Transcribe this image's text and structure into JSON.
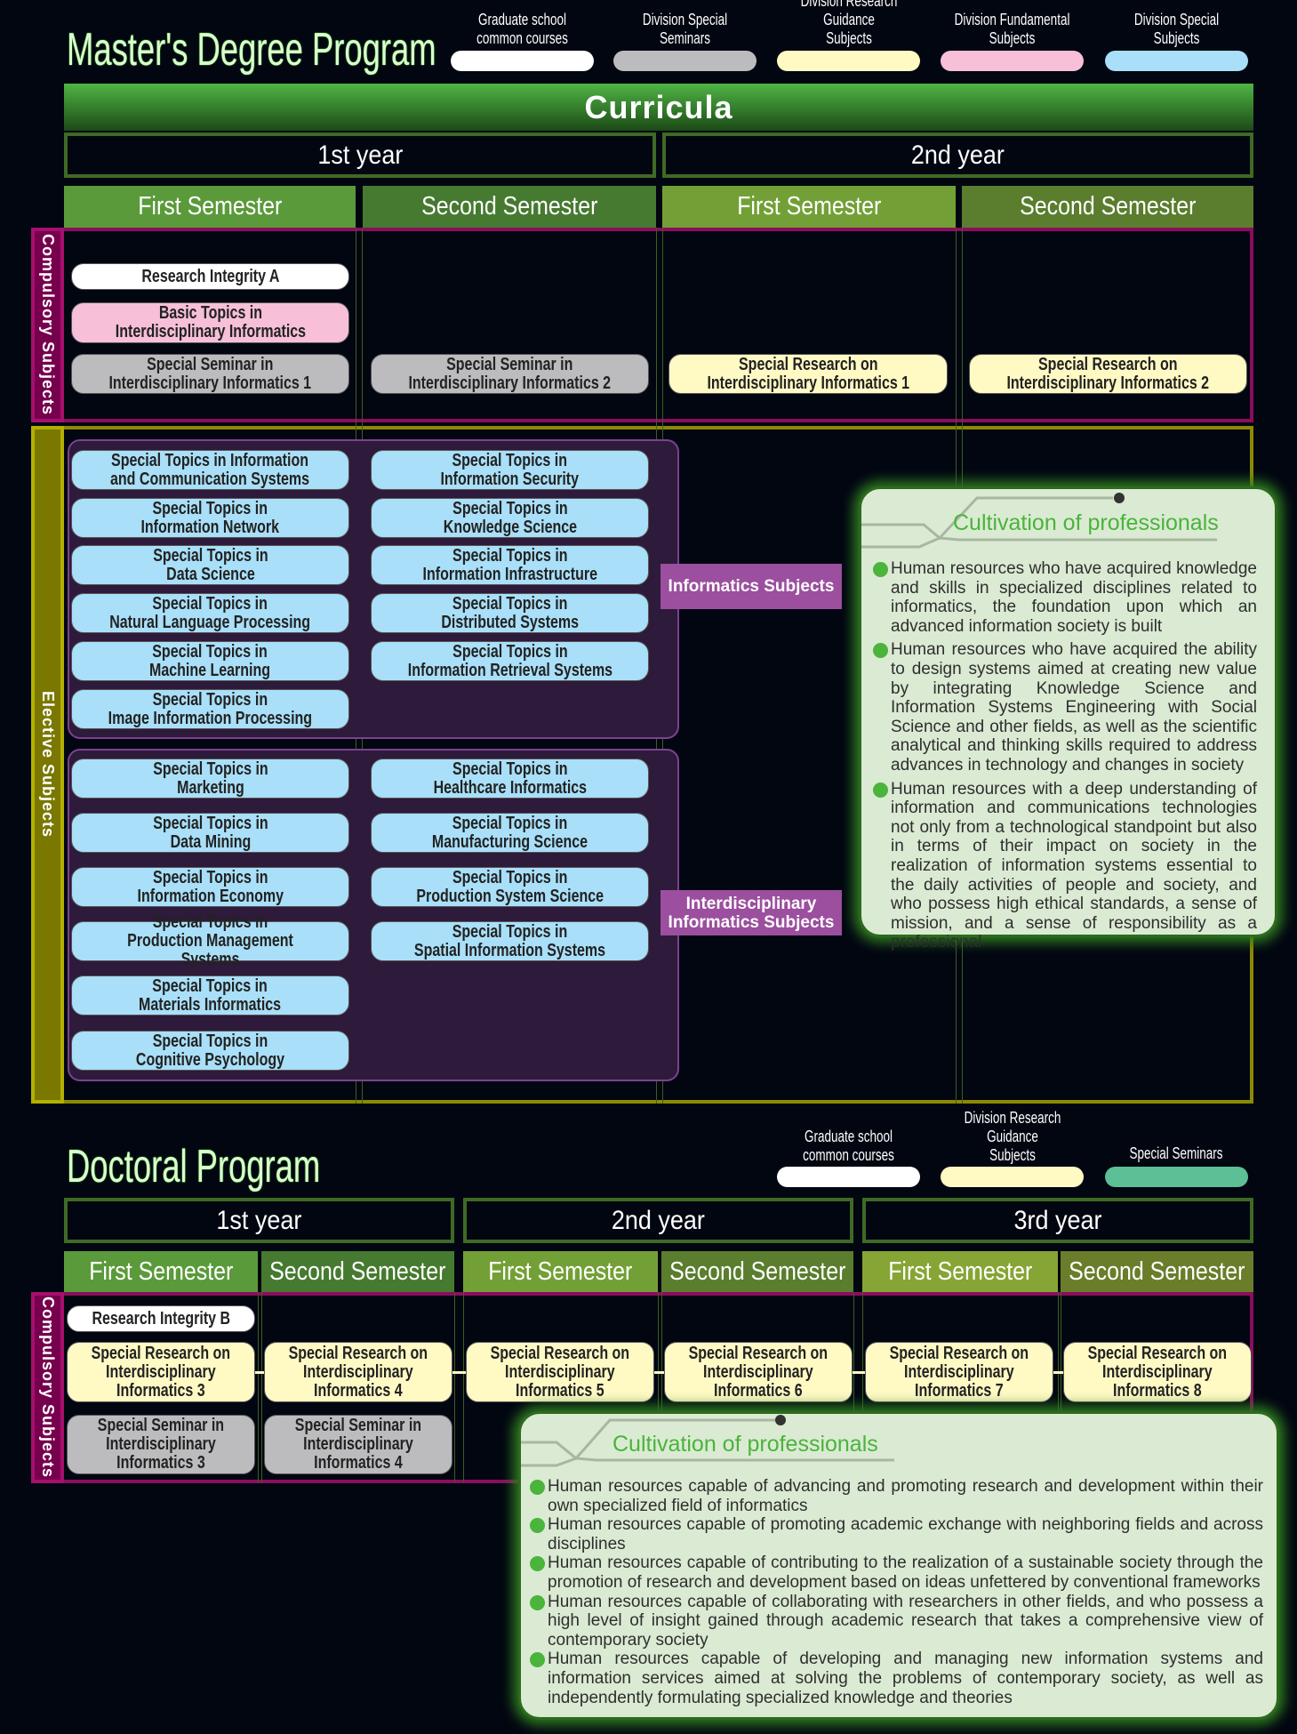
{
  "master": {
    "title": "Master's Degree Program",
    "legend": [
      {
        "label": "Graduate school\ncommon courses",
        "color": "#ffffff"
      },
      {
        "label": "Division Special\nSeminars",
        "color": "#bcbcbe"
      },
      {
        "label": "Division Research Guidance\nSubjects",
        "color": "#fff9c4"
      },
      {
        "label": "Division Fundamental\nSubjects",
        "color": "#f7bfd8"
      },
      {
        "label": "Division Special\nSubjects",
        "color": "#a9dff8"
      }
    ],
    "curricula": "Curricula",
    "years": [
      "1st year",
      "2nd year"
    ],
    "semesters": [
      "First Semester",
      "Second Semester",
      "First Semester",
      "Second Semester"
    ],
    "compulsory_label": "Compulsory Subjects",
    "elective_label": "Elective Subjects",
    "compulsory": {
      "sem1": [
        "Research Integrity A",
        "Basic Topics in\nInterdisciplinary Informatics",
        "Special Seminar in\nInterdisciplinary Informatics 1"
      ],
      "sem2": [
        "Special Seminar in\nInterdisciplinary Informatics 2"
      ],
      "sem3": [
        "Special Research on\nInterdisciplinary Informatics 1"
      ],
      "sem4": [
        "Special Research on\nInterdisciplinary Informatics 2"
      ]
    },
    "informatics": {
      "label": "Informatics Subjects",
      "col1": [
        "Special Topics in Information\nand Communication Systems",
        "Special Topics in\nInformation Network",
        "Special Topics in\nData Science",
        "Special Topics in\nNatural Language Processing",
        "Special Topics in\nMachine Learning",
        "Special Topics in\nImage Information Processing"
      ],
      "col2": [
        "Special Topics in\nInformation Security",
        "Special Topics in\nKnowledge Science",
        "Special Topics in\nInformation Infrastructure",
        "Special Topics in\nDistributed Systems",
        "Special Topics in\nInformation Retrieval Systems"
      ]
    },
    "interdisciplinary": {
      "label": "Interdisciplinary\nInformatics Subjects",
      "col1": [
        "Special Topics in\nMarketing",
        "Special Topics in\nData Mining",
        "Special Topics in\nInformation Economy",
        "Special Topics in\nProduction Management Systems",
        "Special Topics in\nMaterials Informatics",
        "Special Topics in\nCognitive Psychology"
      ],
      "col2": [
        "Special Topics in\nHealthcare Informatics",
        "Special Topics in\nManufacturing Science",
        "Special Topics in\nProduction System Science",
        "Special Topics in\nSpatial Information Systems"
      ]
    },
    "cultivation": {
      "title": "Cultivation of professionals",
      "items": [
        "Human resources who have acquired knowledge and skills in specialized disciplines related to informatics, the foundation upon which an advanced information society is built",
        "Human resources who have acquired the ability to design systems aimed at creating new value by integrating Knowledge Science and Information Systems Engineering with Social Science and other fields, as well as the scientific analytical and thinking skills required to address advances in technology and changes in society",
        "Human resources with a deep understanding of information and communications technologies not only from a technological standpoint but also in terms of their impact on society in the realization of information systems essential to the daily activities of people and society, and who possess high ethical standards, a sense of mission, and a sense of responsibility as a professional"
      ]
    }
  },
  "doctoral": {
    "title": "Doctoral Program",
    "legend": [
      {
        "label": "Graduate school\ncommon courses",
        "color": "#ffffff"
      },
      {
        "label": "Division Research Guidance\nSubjects",
        "color": "#fff9c4"
      },
      {
        "label": "Special Seminars",
        "color": "#5cbf95"
      }
    ],
    "years": [
      "1st year",
      "2nd year",
      "3rd year"
    ],
    "semesters": [
      "First Semester",
      "Second Semester",
      "First Semester",
      "Second Semester",
      "First Semester",
      "Second Semester"
    ],
    "compulsory_label": "Compulsory Subjects",
    "research_integrity": "Research Integrity B",
    "research": [
      "Special Research on\nInterdisciplinary\nInformatics 3",
      "Special Research on\nInterdisciplinary\nInformatics 4",
      "Special Research on\nInterdisciplinary\nInformatics 5",
      "Special Research on\nInterdisciplinary\nInformatics 6",
      "Special Research on\nInterdisciplinary\nInformatics 7",
      "Special Research on\nInterdisciplinary\nInformatics 8"
    ],
    "seminars": [
      "Special Seminar in\nInterdisciplinary\nInformatics 3",
      "Special Seminar in\nInterdisciplinary\nInformatics 4"
    ],
    "cultivation": {
      "title": "Cultivation of professionals",
      "items": [
        "Human resources capable of advancing and promoting research and development within their own specialized field of informatics",
        "Human resources capable of promoting academic exchange with neighboring fields and across disciplines",
        "Human resources capable of contributing to the realization of a sustainable society through the promotion of research and development based on ideas unfettered by conventional frameworks",
        "Human resources capable of collaborating with researchers in other fields, and who possess a high level of insight gained through academic research that takes a comprehensive view of contemporary society",
        "Human resources capable of developing and managing new information systems and information services aimed at solving the problems of contemporary society, as well as independently formulating specialized knowledge and theories"
      ]
    }
  }
}
